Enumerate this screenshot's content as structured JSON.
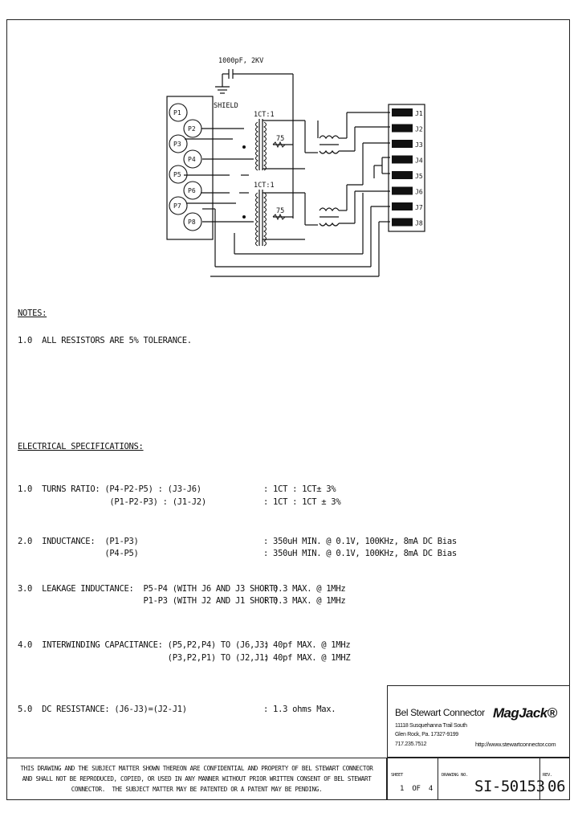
{
  "schematic": {
    "cap_label": "1000pF, 2KV",
    "shield_label": "SHIELD",
    "ct_label_1": "1CT:1",
    "ct_label_2": "1CT:1",
    "res_label_1": "75",
    "res_label_2": "75",
    "p_pins": [
      "P1",
      "P2",
      "P3",
      "P4",
      "P5",
      "P6",
      "P7",
      "P8"
    ],
    "j_pins": [
      "J1",
      "J2",
      "J3",
      "J4",
      "J5",
      "J6",
      "J7",
      "J8"
    ]
  },
  "notes": {
    "heading": "NOTES:",
    "note1": "1.0  ALL RESISTORS ARE 5% TOLERANCE."
  },
  "specs": {
    "heading": "ELECTRICAL SPECIFICATIONS:",
    "items": [
      {
        "label": "1.0  TURNS RATIO: (P4-P2-P5) : (J3-J6)",
        "value": ": 1CT : 1CT± 3%"
      },
      {
        "label": "                   (P1-P2-P3) : (J1-J2)",
        "value": ": 1CT : 1CT ± 3%"
      },
      {
        "label": "2.0  INDUCTANCE:  (P1-P3)",
        "value": ": 350uH MIN. @ 0.1V, 100KHz, 8mA DC Bias"
      },
      {
        "label": "                  (P4-P5)",
        "value": ": 350uH MIN. @ 0.1V, 100KHz, 8mA DC Bias"
      },
      {
        "label": "3.0  LEAKAGE INDUCTANCE:  P5-P4 (WITH J6 AND J3 SHORT)",
        "value": ": 0.3 MAX. @ 1MHz"
      },
      {
        "label": "                          P1-P3 (WITH J2 AND J1 SHORT)",
        "value": ": 0.3 MAX. @ 1MHz"
      },
      {
        "label": "4.0  INTERWINDING CAPACITANCE: (P5,P2,P4) TO (J6,J3)",
        "value": ": 40pf MAX. @ 1MHz"
      },
      {
        "label": "                               (P3,P2,P1) TO (J2,J1)",
        "value": ": 40pf MAX. @ 1MHZ"
      },
      {
        "label": "5.0  DC RESISTANCE: (J6-J3)=(J2-J1)",
        "value": ": 1.3 ohms Max."
      }
    ]
  },
  "title_block": {
    "company": "Bel Stewart Connector",
    "address1": "11118 Susquehanna Trail South",
    "address2": "Glen Rock, Pa. 17327-9199",
    "phone": "717.235.7512",
    "brand": "MagJack®",
    "website": "http://www.stewartconnector.com",
    "confidential": "THIS DRAWING AND THE SUBJECT MATTER SHOWN THEREON ARE CONFIDENTIAL AND PROPERTY OF BEL STEWART CONNECTOR\nAND SHALL NOT BE REPRODUCED, COPIED, OR USED IN ANY MANNER WITHOUT PRIOR WRITTEN CONSENT OF BEL STEWART\nCONNECTOR.  THE SUBJECT MATTER MAY BE PATENTED OR A PATENT MAY BE PENDING.",
    "sheet_label": "SHEET",
    "sheet_value": "1  OF  4",
    "drawing_label": "DRAWING NO.",
    "drawing_value": "SI-50153",
    "rev_label": "REV.",
    "rev_value": "06"
  }
}
